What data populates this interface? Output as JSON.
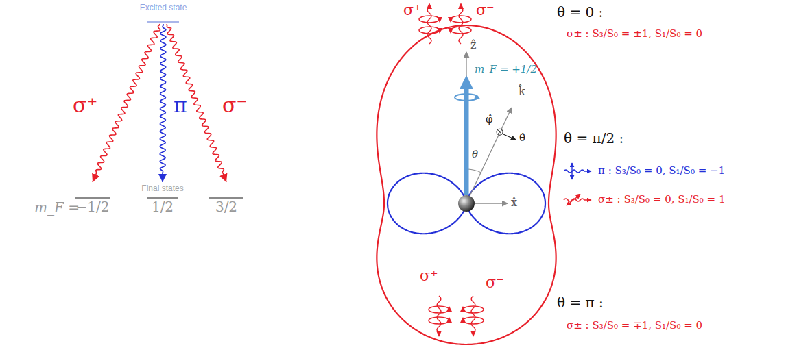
{
  "diagram": {
    "nodes": [
      {
        "text": [
          "Excited state"
        ]
      },
      {
        "text": [
          "−1/2"
        ]
      },
      {
        "text": [
          "1/2"
        ]
      },
      {
        "text": [
          "3/2"
        ]
      }
    ],
    "edges": [
      {
        "from": 0,
        "to": 1,
        "arrow": "to",
        "label": "σ⁺"
      },
      {
        "from": 0,
        "to": 2,
        "arrow": "to",
        "label": "π"
      },
      {
        "from": 0,
        "to": 3,
        "arrow": "to",
        "label": "σ⁻"
      }
    ],
    "labels": [
      "Final states",
      "m_F =",
      "σ⁺",
      "σ⁻",
      "θ = 0 :",
      "σ± : S₃/S₀ = ±1, S₁/S₀ = 0",
      "ẑ",
      "m_F = +1/2",
      "k̂",
      "φ̂",
      "θ̂",
      "θ",
      "x̂",
      "θ = π/2 :",
      "π : S₃/S₀ = 0, S₁/S₀ = −1",
      "σ± : S₃/S₀ = 0, S₁/S₀ = 1",
      "σ⁺",
      "σ⁻",
      "θ = π :",
      "σ± : S₃/S₀ = ∓1, S₁/S₀ = 0"
    ]
  }
}
